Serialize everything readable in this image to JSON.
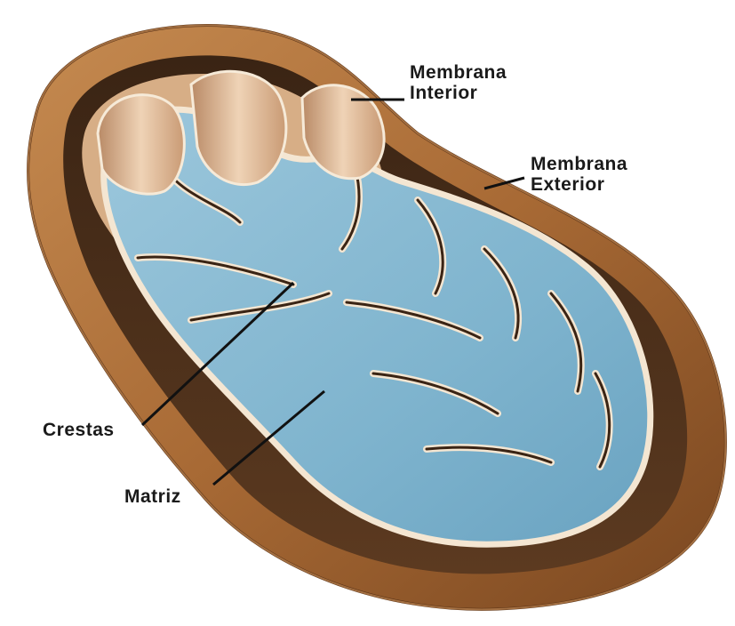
{
  "diagram": {
    "labels": {
      "membrana_interior": {
        "line1": "Membrana",
        "line2": "Interior"
      },
      "membrana_exterior": {
        "line1": "Membrana",
        "line2": "Exterior"
      },
      "crestas": "Crestas",
      "matriz": "Matriz"
    },
    "colors": {
      "outer_membrane": "#a86a35",
      "outer_membrane_dark": "#6e3f1b",
      "intermembrane": "#d9b48f",
      "inner_membrane": "#f4e6d2",
      "matrix": "#7fb4ce",
      "matrix_dark": "#5d93b1",
      "leader_line": "#111111"
    }
  }
}
